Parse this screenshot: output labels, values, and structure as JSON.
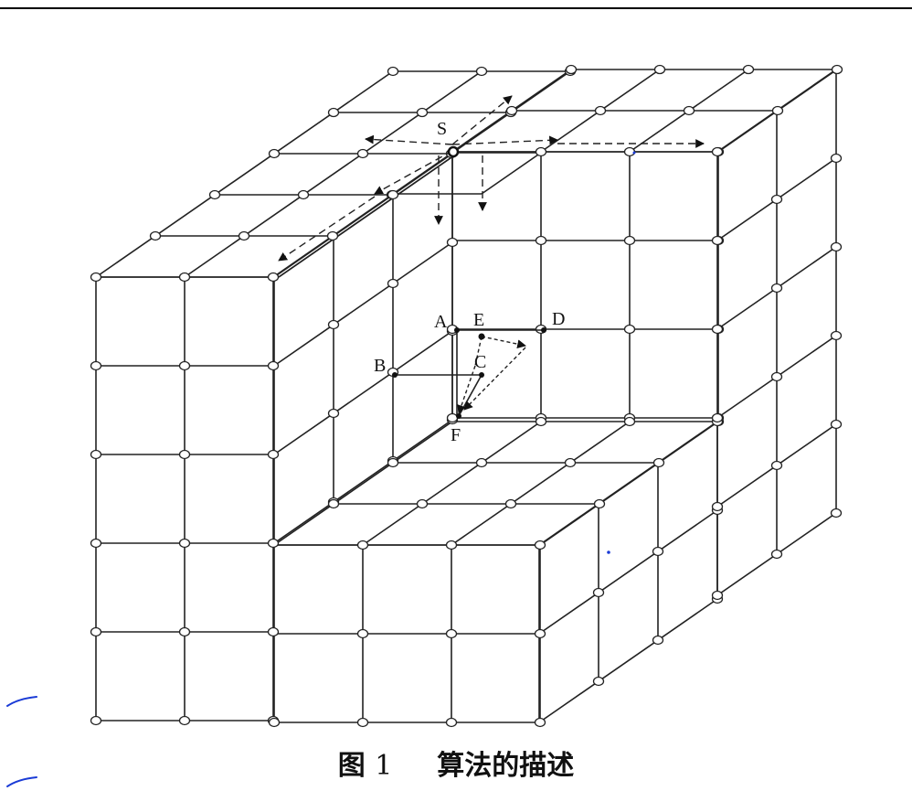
{
  "figure": {
    "labels": {
      "S": "S",
      "A": "A",
      "B": "B",
      "C": "C",
      "D": "D",
      "E": "E",
      "F": "F"
    }
  },
  "caption": {
    "prefix": "图",
    "number": "1",
    "text": "算法的描述"
  },
  "colors": {
    "line": "#222222",
    "node_fill": "#ffffff",
    "pen_mark": "#1a3bd6"
  }
}
